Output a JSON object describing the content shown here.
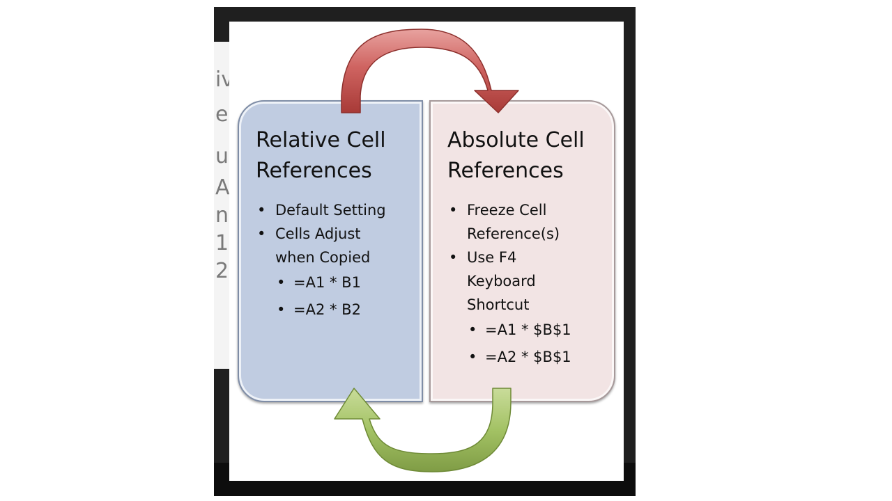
{
  "relative": {
    "title": "Relative Cell\nReferences",
    "bullets": [
      "Default Setting",
      "Cells Adjust\nwhen Copied"
    ],
    "subbullets": [
      "=A1 * B1",
      "=A2 * B2"
    ]
  },
  "absolute": {
    "title": "Absolute Cell\nReferences",
    "bullets": [
      "Freeze Cell\nReference(s)",
      "Use F4\nKeyboard\nShortcut"
    ],
    "subbullets": [
      "=A1 * $B$1",
      "=A2 * $B$1"
    ]
  },
  "colors": {
    "relative_panel": "#c0cce1",
    "absolute_panel": "#f2e4e4",
    "top_arrow": "#c0504d",
    "bottom_arrow": "#9bbb59"
  }
}
